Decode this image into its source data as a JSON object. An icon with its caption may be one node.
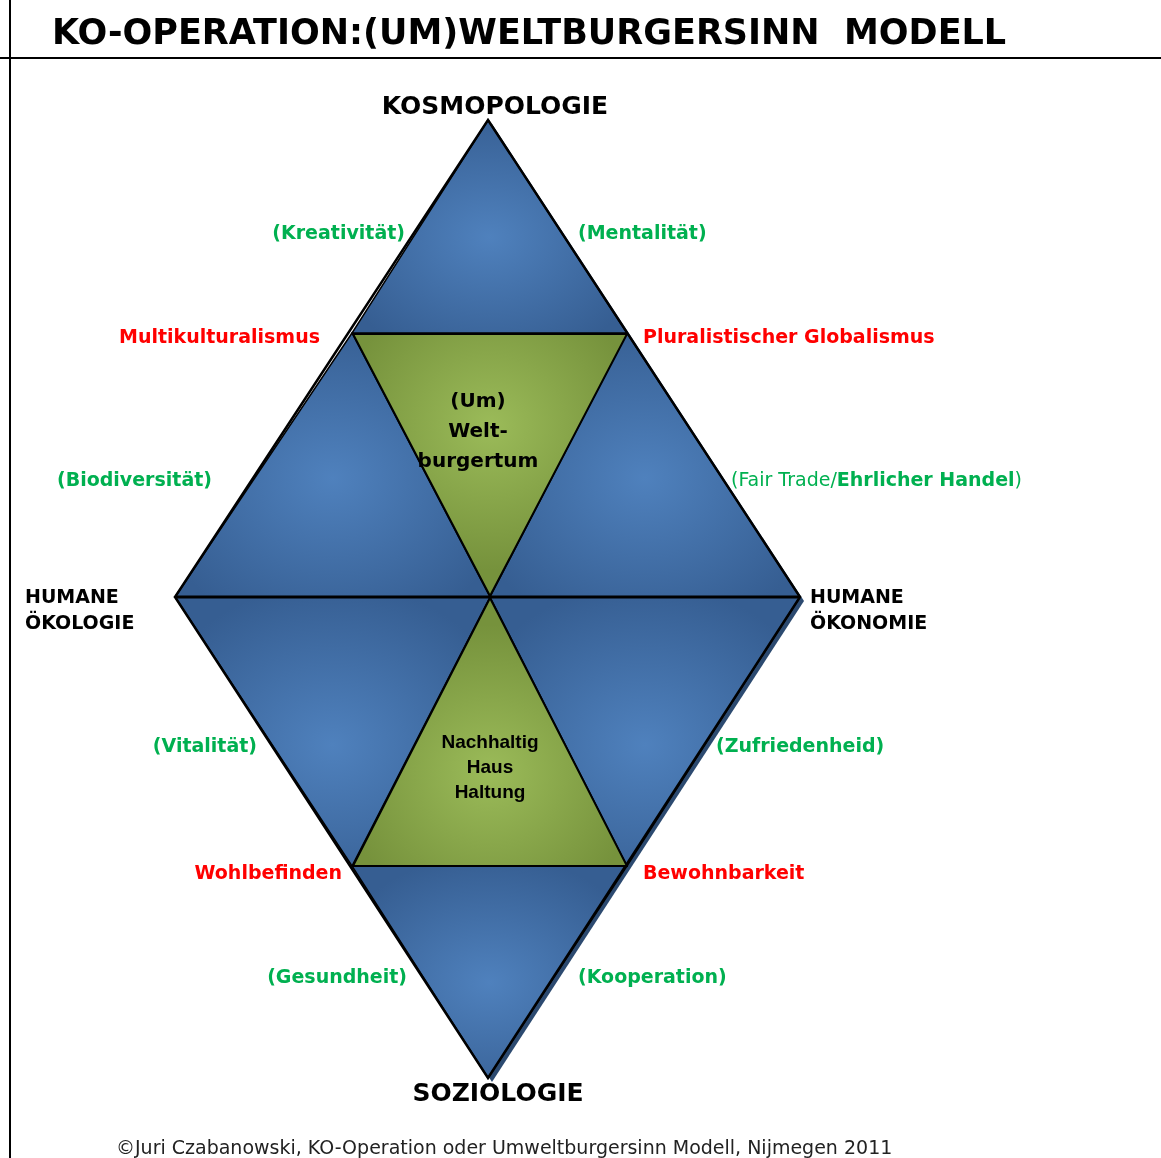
{
  "diagram": {
    "title": "KO-OPERATION:(UM)WELTBURGERSINN  MODELL",
    "caption": "©Juri Czabanowski, KO-Operation oder Umweltburgersinn Modell, Nijmegen 2011",
    "nodes": [
      {
        "text": [
          "(Um) Welt- burgertum"
        ]
      },
      {
        "text": [
          "Nachhaltig Haus Haltung"
        ]
      }
    ],
    "labels": [
      "KOSMOPOLOGIE",
      "(Kreativität)",
      "(Mentalität)",
      "Multikulturalismus",
      "Pluralistischer Globalismus",
      "(Biodiversität)",
      "(Fair Trade/**Ehrlicher Handel**)",
      "HUMANE ÖKOLOGIE",
      "HUMANE ÖKONOMIE",
      "(Vitalität)",
      "(Zufriedenheid)",
      "Wohlbefinden",
      "Bewohnbarkeit",
      "(Gesundheit)",
      "(Kooperation)",
      "SOZIOLOGIE"
    ]
  }
}
